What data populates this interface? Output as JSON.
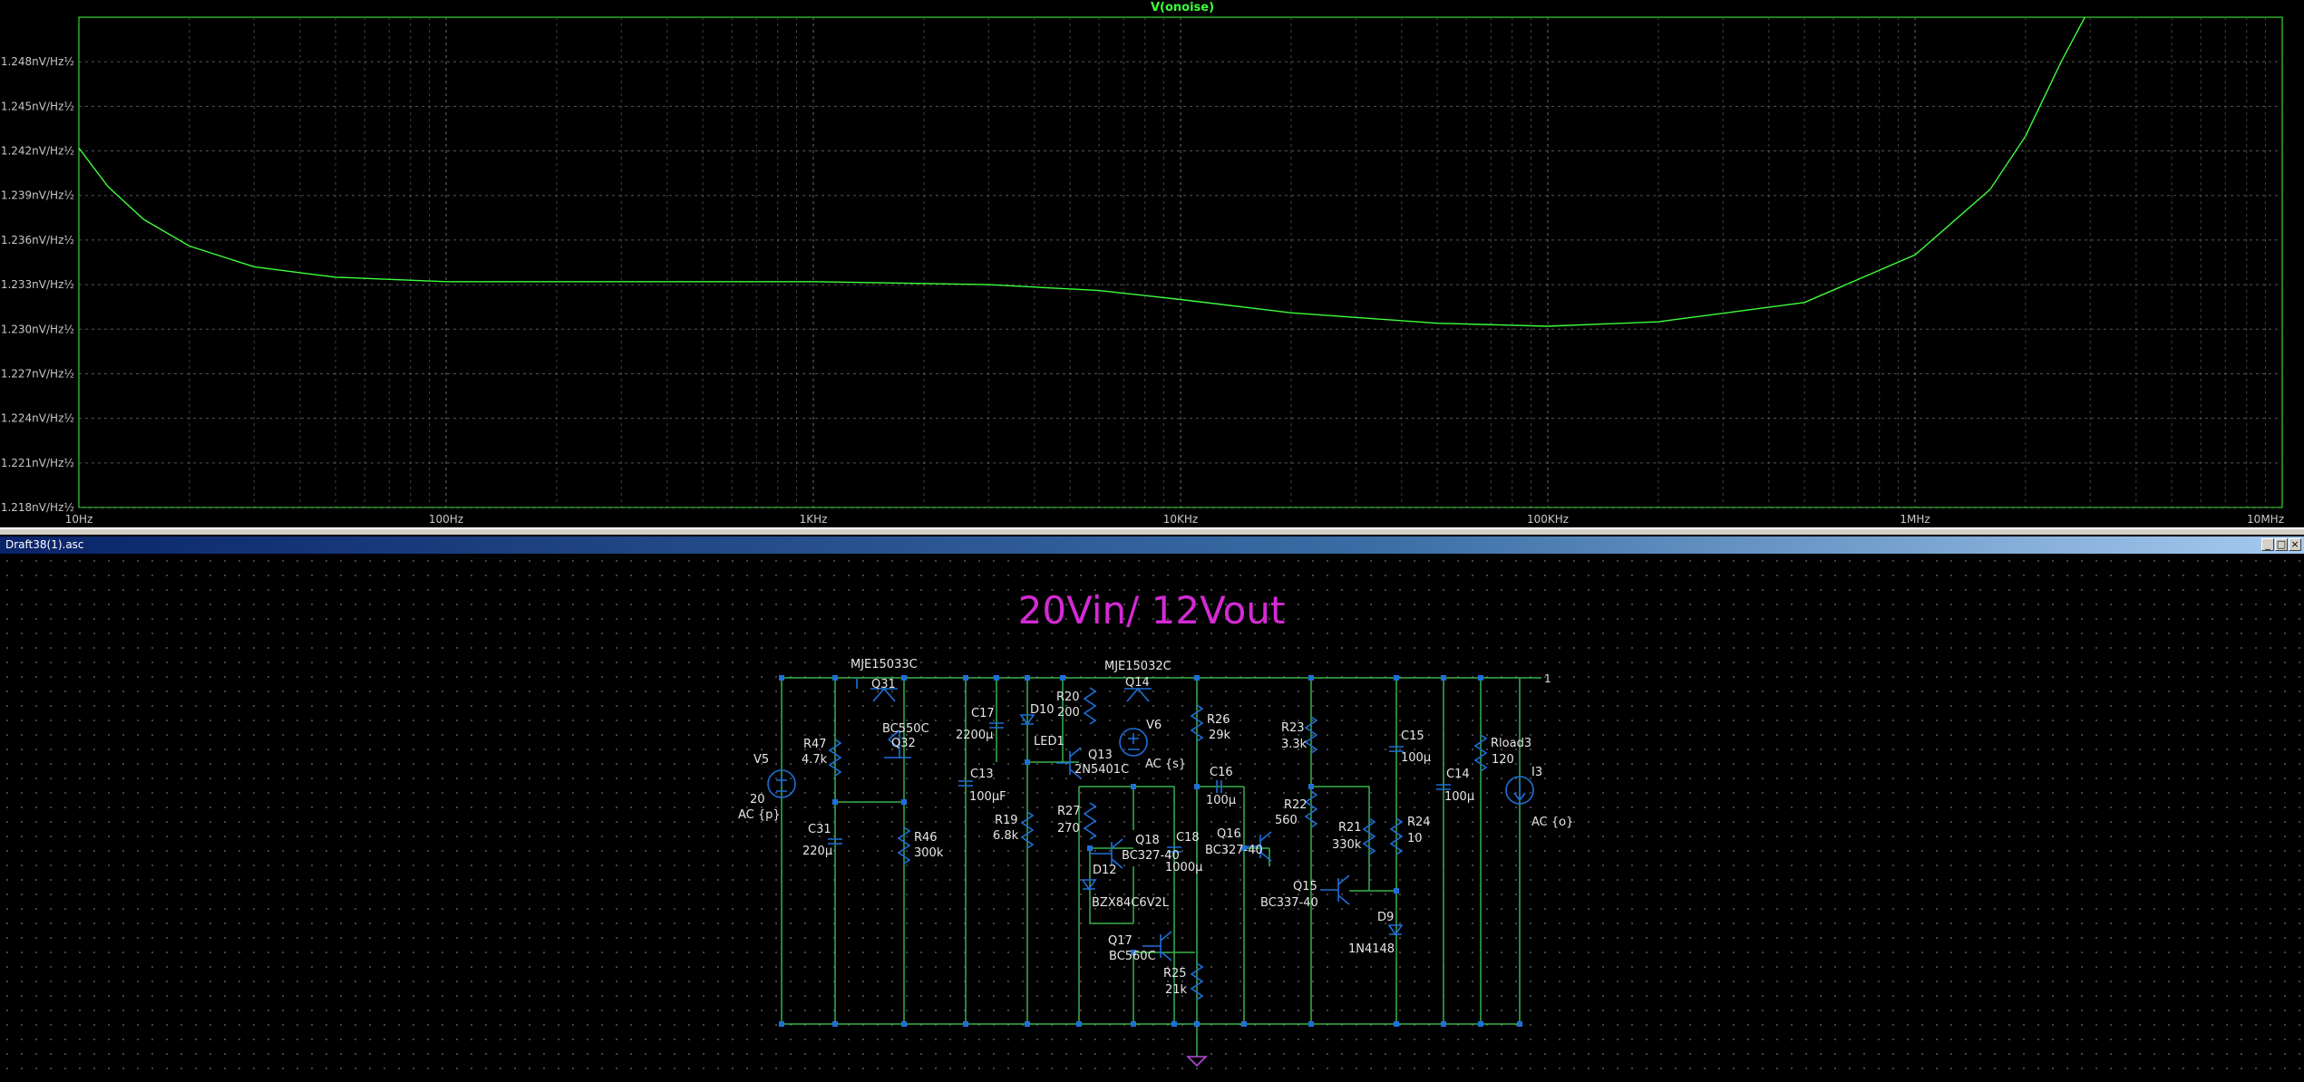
{
  "plot": {
    "trace_name": "V(onoise)",
    "trace_color": "#3cff3c",
    "y_ticks": [
      "1.248nV/Hz½",
      "1.245nV/Hz½",
      "1.242nV/Hz½",
      "1.239nV/Hz½",
      "1.236nV/Hz½",
      "1.233nV/Hz½",
      "1.230nV/Hz½",
      "1.227nV/Hz½",
      "1.224nV/Hz½",
      "1.221nV/Hz½",
      "1.218nV/Hz½"
    ],
    "x_ticks": [
      "10Hz",
      "100Hz",
      "1KHz",
      "10KHz",
      "100KHz",
      "1MHz",
      "10MHz"
    ]
  },
  "chart_data": {
    "type": "line",
    "title": "V(onoise)",
    "xscale": "log",
    "xlim": [
      10,
      10000000
    ],
    "ylim": [
      1.218,
      1.251
    ],
    "yunit": "nV/Hz½",
    "grid": true,
    "series": [
      {
        "name": "V(onoise)",
        "x": [
          10,
          12,
          15,
          20,
          30,
          50,
          100,
          300,
          1000,
          3000,
          6000,
          10000,
          20000,
          50000,
          100000,
          200000,
          500000,
          1000000,
          1600000,
          2000000,
          2500000,
          2900000
        ],
        "y": [
          1.2422,
          1.2396,
          1.2374,
          1.2356,
          1.2342,
          1.2335,
          1.2332,
          1.2332,
          1.2332,
          1.233,
          1.2326,
          1.232,
          1.2311,
          1.2304,
          1.2302,
          1.2305,
          1.2318,
          1.235,
          1.2394,
          1.243,
          1.248,
          1.252
        ]
      }
    ]
  },
  "window": {
    "title": "Draft38(1).asc",
    "btn_minimize": "_",
    "btn_restore": "□",
    "btn_close": "×"
  },
  "schematic": {
    "heading": "20Vin/ 12Vout",
    "node_label": "1",
    "labels": {
      "mje15033c": "MJE15033C",
      "q31": "Q31",
      "bc550c": "BC550C",
      "q32": "Q32",
      "r47": "R47",
      "r47v": "4.7k",
      "v5": "V5",
      "v5v": "20",
      "v5ac": "AC {p}",
      "c31": "C31",
      "c31v": "220µ",
      "r46": "R46",
      "r46v": "300k",
      "c17": "C17",
      "c17v": "2200µ",
      "c13": "C13",
      "c13v": "100µF",
      "r19": "R19",
      "r19v": "6.8k",
      "r20": "R20",
      "r20v": "200",
      "d10": "D10",
      "led1": "LED1",
      "q13": "Q13",
      "q13v": "2N5401C",
      "mje15032c": "MJE15032C",
      "q14": "Q14",
      "v6": "V6",
      "v6ac": "AC {s}",
      "r27": "R27",
      "r27v": "270",
      "q18": "Q18",
      "q18v": "BC327-40",
      "c18": "C18",
      "c18v": "1000µ",
      "d12": "D12",
      "d12v": "BZX84C6V2L",
      "q17": "Q17",
      "q17v": "BC560C",
      "r25": "R25",
      "r25v": "21k",
      "r26": "R26",
      "r26v": "29k",
      "c16": "C16",
      "c16v": "100µ",
      "q16": "Q16",
      "q16v": "BC327-40",
      "r23": "R23",
      "r23v": "3.3k",
      "r22": "R22",
      "r22v": "560",
      "r21": "R21",
      "r21v": "330k",
      "q15": "Q15",
      "q15v": "BC337-40",
      "c15": "C15",
      "c15v": "100µ",
      "r24": "R24",
      "r24v": "10",
      "d9": "D9",
      "d9v": "1N4148",
      "c14": "C14",
      "c14v": "100µ",
      "rload3": "Rload3",
      "rload3v": "120",
      "i3": "I3",
      "i3ac": "AC {o}"
    }
  }
}
